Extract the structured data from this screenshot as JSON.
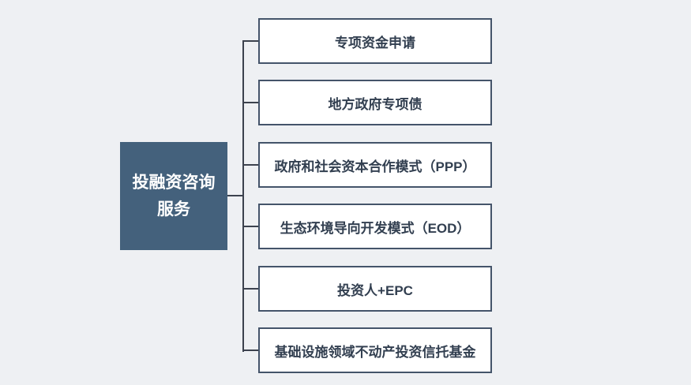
{
  "root": {
    "label": "投融资咨询服务",
    "lines": [
      "投融资咨询",
      "服务"
    ]
  },
  "branches": [
    {
      "label": "专项资金申请"
    },
    {
      "label": "地方政府专项债"
    },
    {
      "label": "政府和社会资本合作模式（PPP）"
    },
    {
      "label": "生态环境导向开发模式（EOD）"
    },
    {
      "label": "投资人+EPC"
    },
    {
      "label": "基础设施领域不动产投资信托基金"
    }
  ],
  "colors": {
    "background": "#eef0f3",
    "root_fill": "#44617c",
    "root_text": "#ffffff",
    "branch_fill": "#ffffff",
    "branch_border": "#44546a",
    "branch_text": "#323f50",
    "connector": "#3c424e"
  }
}
